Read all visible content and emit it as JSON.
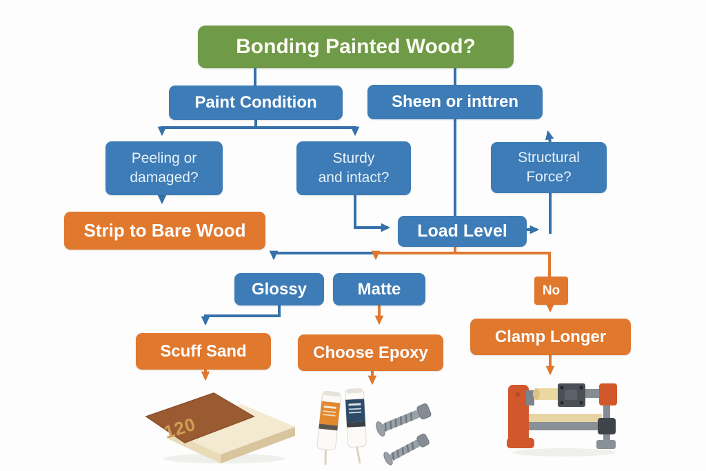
{
  "meta": {
    "type": "flowchart",
    "background": "#fdfdfd"
  },
  "palette": {
    "title_green": "#6f9a47",
    "node_blue": "#3d7cb6",
    "connector_blue": "#3671a9",
    "node_orange": "#e0782e",
    "label_text": "#ffffff"
  },
  "nodes": {
    "title": "Bonding Painted Wood?",
    "paint_condition": "Paint Condition",
    "sheen": "Sheen or inttren",
    "peeling": "Peeling or\ndamaged?",
    "sturdy": "Sturdy\nand intact?",
    "structural": "Structural\nForce?",
    "strip": "Strip to Bare Wood",
    "load_level": "Load Level",
    "glossy": "Glossy",
    "matte": "Matte",
    "no": "No",
    "scuff_sand": "Scuff Sand",
    "choose_epoxy": "Choose Epoxy",
    "clamp_longer": "Clamp Longer"
  },
  "illustrations": {
    "sandpaper": {
      "icon": "sandpaper-sheet-on-wood-block-icon",
      "grit_label": "120"
    },
    "epoxy": {
      "icon": "epoxy-tubes-and-screws-icon"
    },
    "clamp": {
      "icon": "bar-clamp-icon"
    }
  }
}
